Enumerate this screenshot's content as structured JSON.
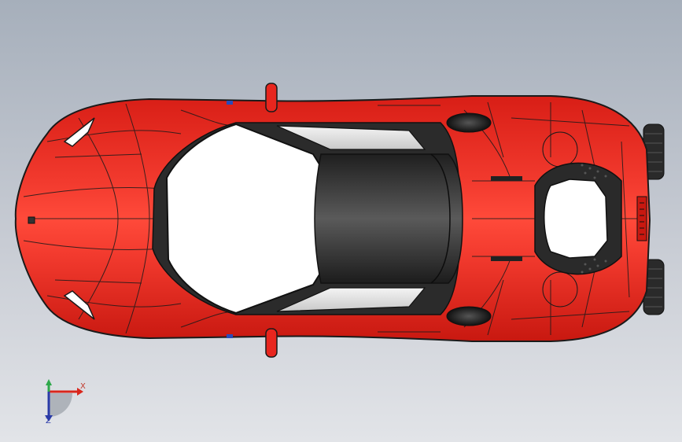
{
  "viewport": {
    "background_top": "#a6afbb",
    "background_bottom": "#e2e4e8"
  },
  "model": {
    "body_color": "#e8261e",
    "edge_color": "#1a1a1a",
    "glass_color": "#ffffff",
    "roof_color": "#3a3a3a",
    "view": "top"
  },
  "triad": {
    "x_label": "X",
    "z_label": "Z",
    "x_color": "#d9261c",
    "y_color": "#2ea84a",
    "z_color": "#2a3aa8",
    "icon": "coordinate-triad-icon"
  }
}
